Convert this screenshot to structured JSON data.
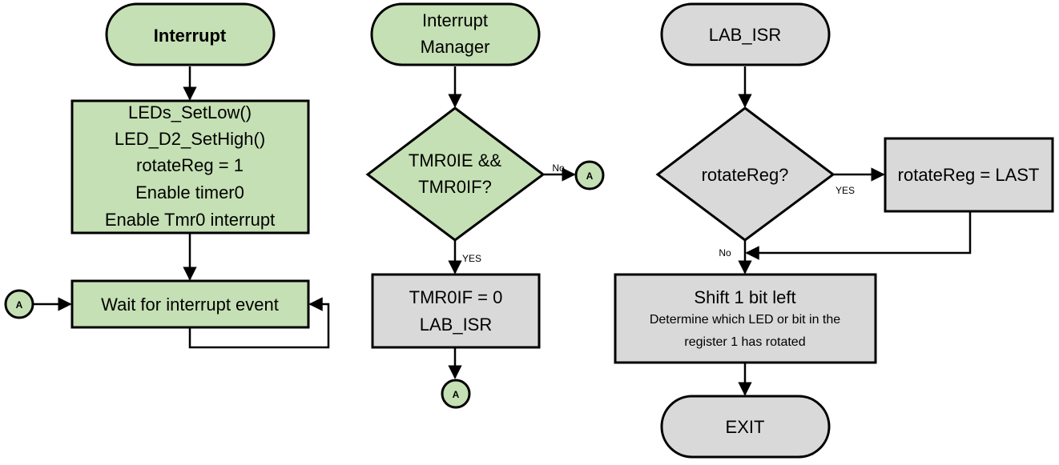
{
  "colors": {
    "green": "#c5e0b4",
    "gray": "#d9d9d9",
    "stroke": "#000000"
  },
  "col1": {
    "start": "Interrupt",
    "init": [
      "LEDs_SetLow()",
      "LED_D2_SetHigh()",
      "rotateReg = 1",
      "Enable timer0",
      "Enable Tmr0 interrupt"
    ],
    "wait": "Wait for interrupt event",
    "connector": "A"
  },
  "col2": {
    "start": [
      "Interrupt",
      "Manager"
    ],
    "decision": [
      "TMR0IE &&",
      "TMR0IF?"
    ],
    "no_label": "No",
    "yes_label": "YES",
    "connector_right": "A",
    "process": [
      "TMR0IF = 0",
      "LAB_ISR"
    ],
    "connector_bottom": "A"
  },
  "col3": {
    "start": "LAB_ISR",
    "decision": "rotateReg?",
    "yes_label": "YES",
    "no_label": "No",
    "set_last": "rotateReg = LAST",
    "shift_title": "Shift 1 bit left",
    "shift_desc": [
      "Determine which LED or bit in the",
      "register 1 has rotated"
    ],
    "end": "EXIT"
  }
}
